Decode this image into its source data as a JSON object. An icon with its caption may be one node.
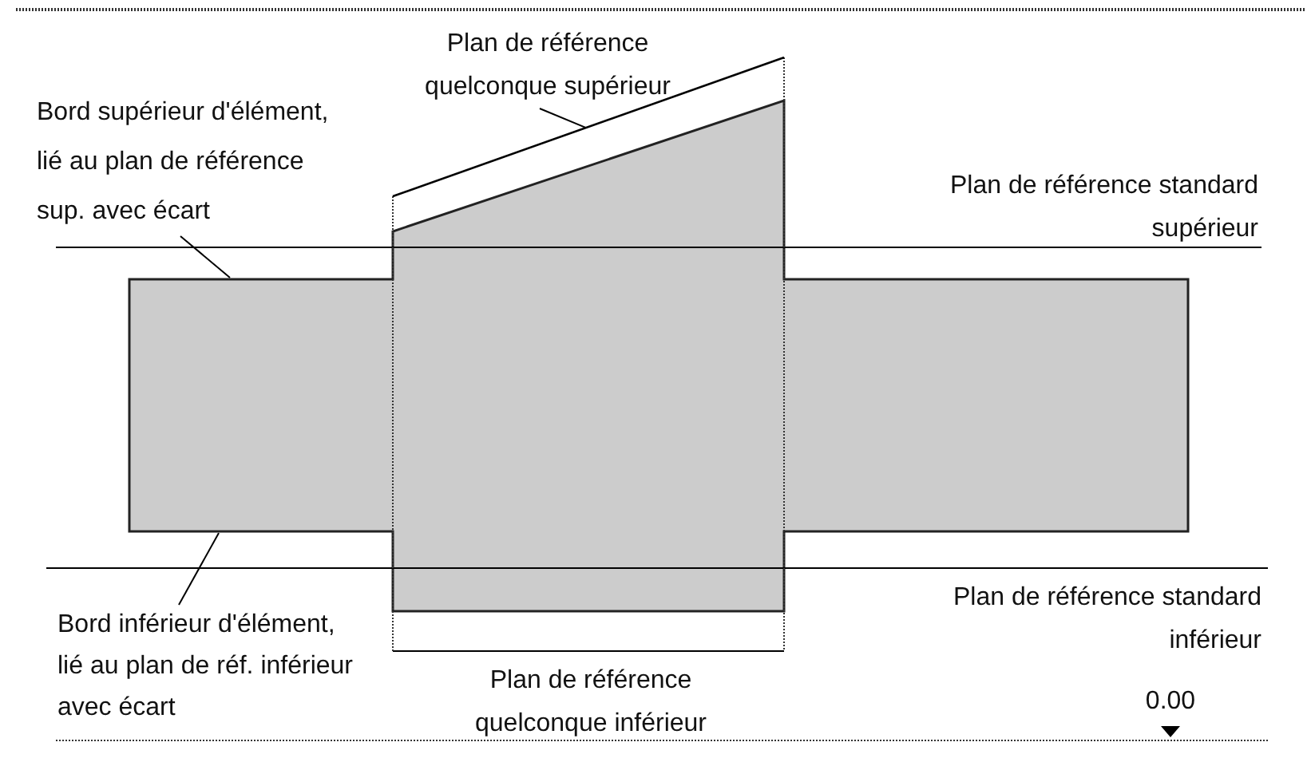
{
  "diagram": {
    "nodes": [
      {
        "text": [
          "Plan de référence quelconque supérieur"
        ]
      },
      {
        "text": [
          "Bord supérieur d'élément, lié au plan de référence sup. avec écart"
        ]
      },
      {
        "text": [
          "Bord inférieur d'élément, lié au plan de réf. inférieur avec écart"
        ]
      },
      {
        "text": [],
        "shape": "line"
      }
    ],
    "edges": [
      {
        "from": 0,
        "to": 3,
        "arrow": "none"
      },
      {
        "from": 1,
        "to": null,
        "arrow": "none"
      },
      {
        "from": 2,
        "to": null,
        "arrow": "none"
      }
    ],
    "labels": [
      "Plan de référence standard supérieur",
      "Plan de référence standard inférieur",
      "Plan de référence quelconque inférieur",
      "0.00"
    ]
  }
}
